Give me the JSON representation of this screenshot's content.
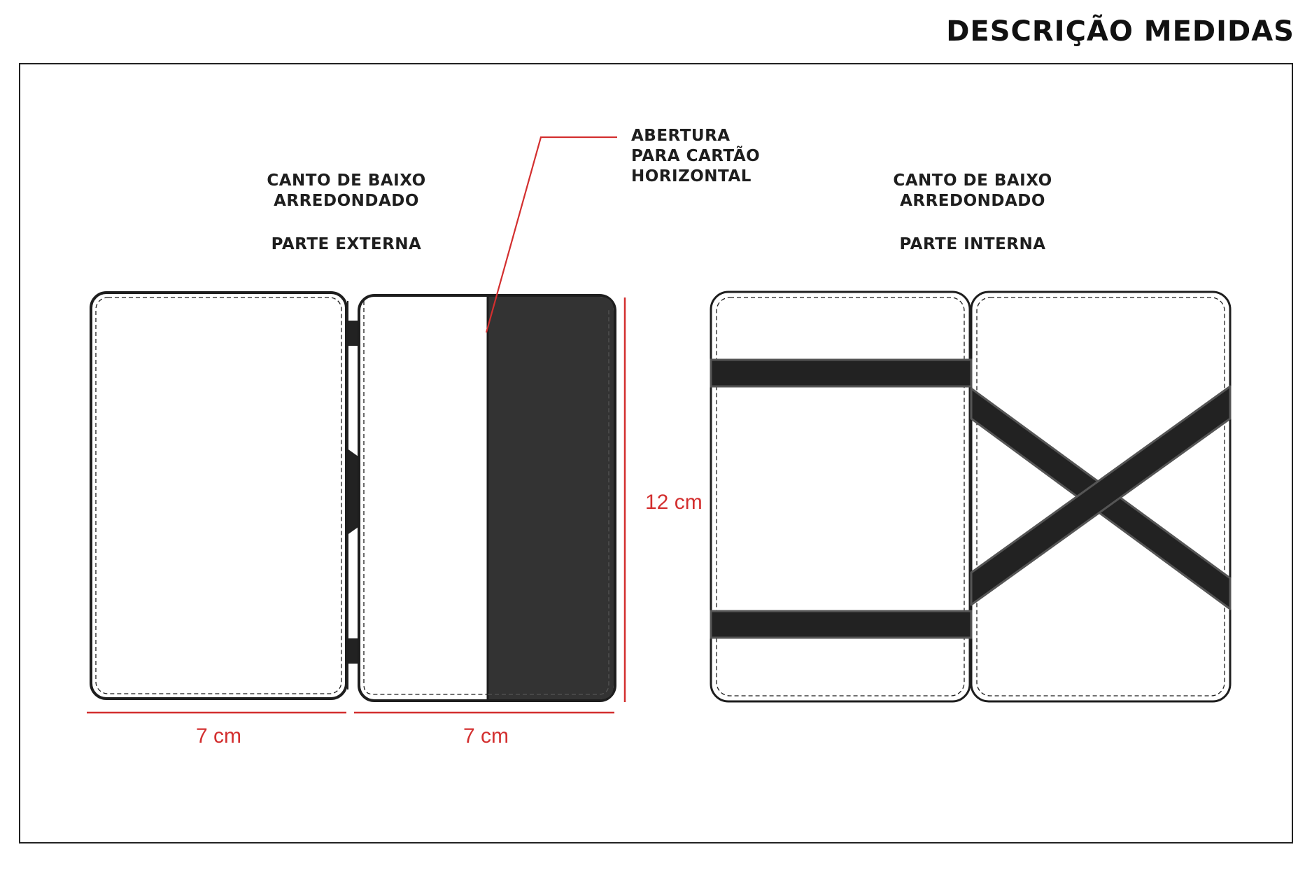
{
  "header": {
    "title": "DESCRIÇÃO MEDIDAS"
  },
  "left_view": {
    "corner_line1": "CANTO DE BAIXO",
    "corner_line2": "ARREDONDADO",
    "part": "PARTE EXTERNA"
  },
  "right_view": {
    "corner_line1": "CANTO DE BAIXO",
    "corner_line2": "ARREDONDADO",
    "part": "PARTE INTERNA"
  },
  "callout": {
    "line1": "ABERTURA",
    "line2": "PARA CARTÃO",
    "line3": "HORIZONTAL"
  },
  "dimensions": {
    "width_left": "7 cm",
    "width_right": "7 cm",
    "height": "12 cm"
  },
  "colors": {
    "dimension_red": "#d32f2f",
    "outline": "#1e1e1e",
    "dark_panel": "#333333",
    "strap": "#222222"
  }
}
